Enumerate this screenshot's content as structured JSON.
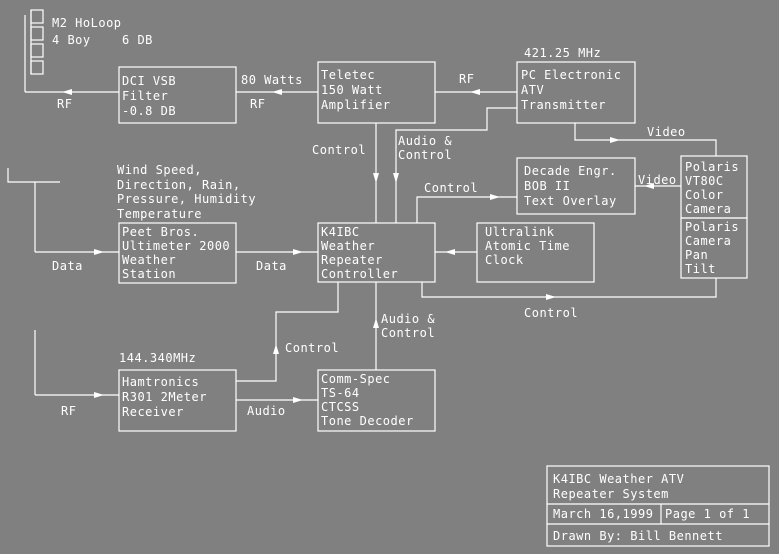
{
  "antenna": {
    "name": "M2 HoLoop",
    "spec_a": "4 Boy",
    "spec_b": "6 DB"
  },
  "blocks": {
    "dci": [
      "DCI VSB",
      "Filter",
      "-0.8 DB"
    ],
    "teletec": [
      "Teletec",
      "150 Watt",
      "Amplifier"
    ],
    "pc": [
      "PC Electronic",
      "ATV",
      "Transmitter"
    ],
    "decade": [
      "Decade Engr.",
      "BOB II",
      "Text Overlay"
    ],
    "polaris_cam": [
      "Polaris",
      "VT80C",
      "Color",
      "Camera"
    ],
    "polaris_pan": [
      "Polaris",
      "Camera",
      "Pan",
      "Tilt"
    ],
    "peet": [
      "Peet Bros.",
      "Ultimeter 2000",
      "Weather",
      "Station"
    ],
    "k4ibc": [
      "K4IBC",
      "Weather",
      "Repeater",
      "Controller"
    ],
    "ultralink": [
      "Ultralink",
      "Atomic Time",
      "Clock"
    ],
    "hamtronics": [
      "Hamtronics",
      "R301 2Meter",
      "Receiver"
    ],
    "commspec": [
      "Comm-Spec",
      "TS-64",
      "CTCSS",
      "Tone Decoder"
    ]
  },
  "labels": {
    "freq_tx": "421.25 MHz",
    "freq_rx": "144.340MHz",
    "rf": "RF",
    "watts": "80 Watts",
    "control": "Control",
    "audio": "Audio &",
    "audio_control": "Control",
    "audio_only": "Audio",
    "video": "Video",
    "data": "Data",
    "weather_list": [
      "Wind Speed,",
      "Direction, Rain,",
      "Pressure, Humidity",
      "Temperature"
    ]
  },
  "title_block": {
    "title_1": "K4IBC Weather ATV",
    "title_2": "Repeater System",
    "date": "March 16,1999",
    "page": "Page 1 of 1",
    "drawn_by": "Drawn By: Bill Bennett"
  }
}
